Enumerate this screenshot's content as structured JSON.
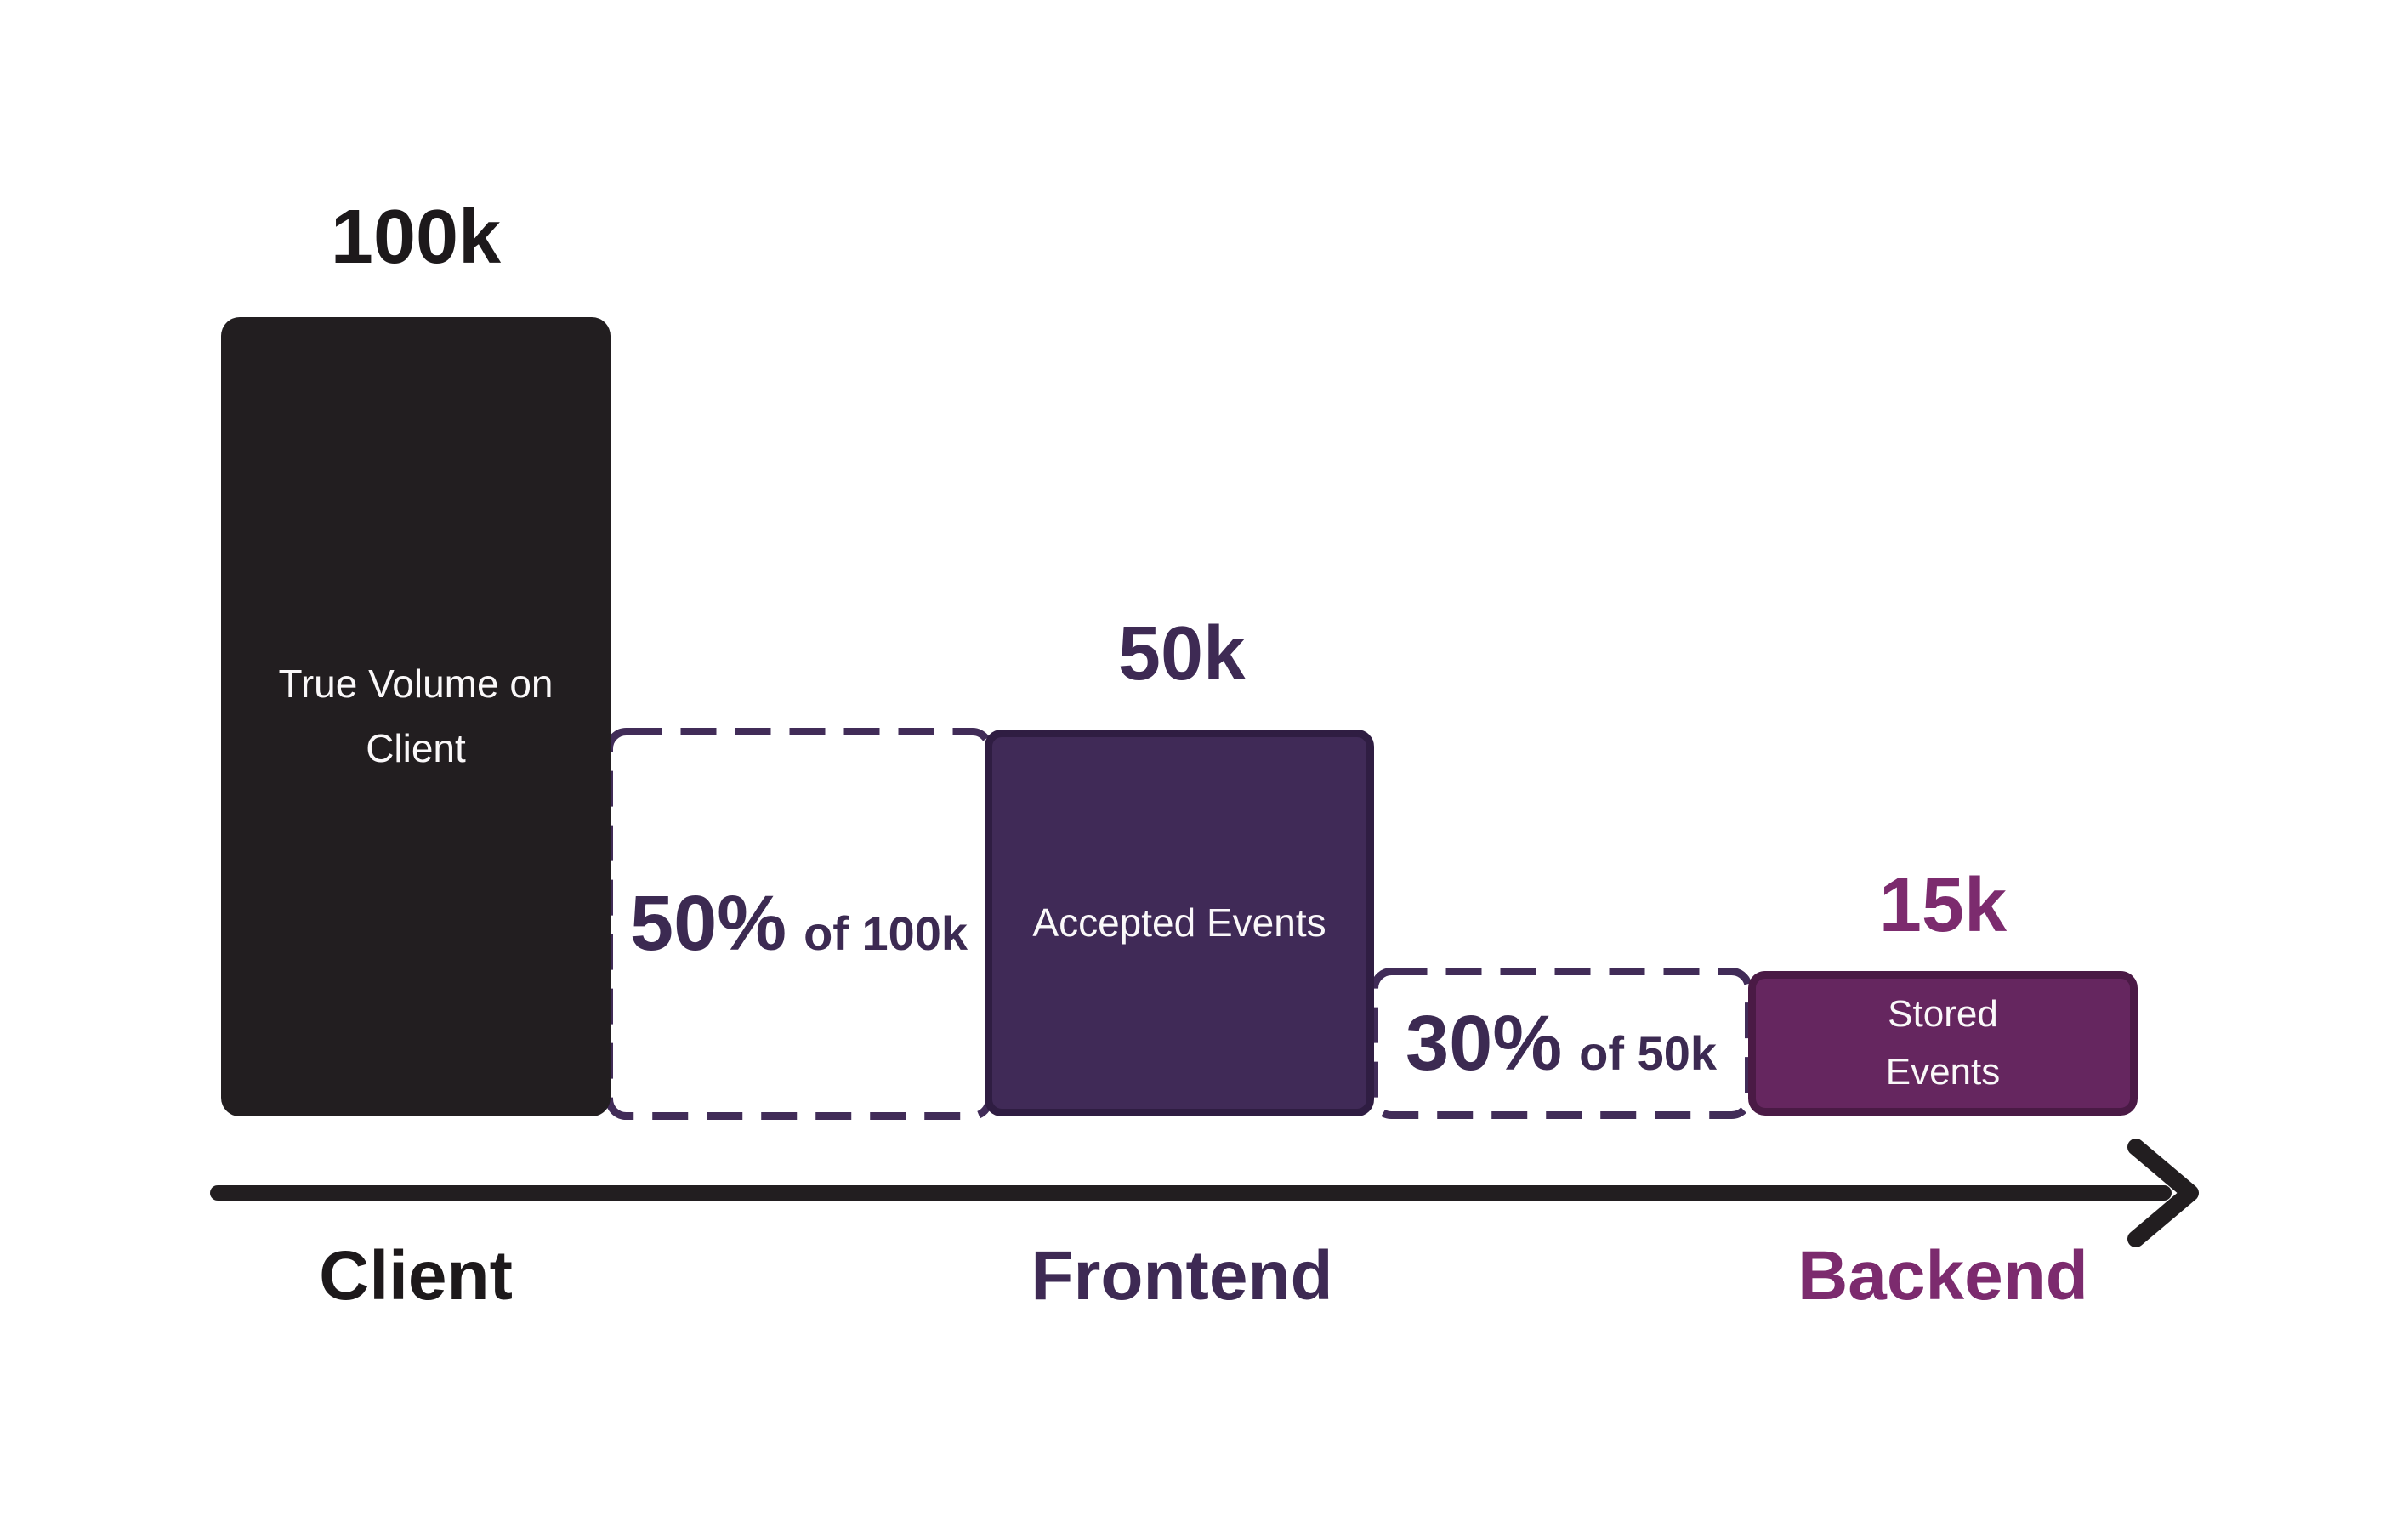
{
  "chart_data": {
    "type": "bar",
    "title": "",
    "xlabel": "",
    "ylabel": "",
    "categories": [
      "Client",
      "Frontend",
      "Backend"
    ],
    "series": [
      {
        "name": "Events",
        "values": [
          100000,
          50000,
          15000
        ]
      }
    ],
    "value_labels": [
      "100k",
      "50k",
      "15k"
    ],
    "bar_labels": [
      "True Volume on Client",
      "Accepted Events",
      "Stored Events"
    ],
    "annotations": [
      {
        "between": [
          "Client",
          "Frontend"
        ],
        "label": "50% of 100k",
        "style": "dashed-box"
      },
      {
        "between": [
          "Frontend",
          "Backend"
        ],
        "label": "30% of 50k",
        "style": "dashed-box"
      }
    ],
    "legend": false,
    "grid": false,
    "axis": "horizontal arrow from Client to Backend"
  },
  "stages": [
    {
      "value": "100k",
      "bar_label": "True Volume on Client",
      "axis_label": "Client"
    },
    {
      "value": "50k",
      "bar_label": "Accepted Events",
      "axis_label": "Frontend",
      "loss": {
        "pct": "50%",
        "basis": "of 100k"
      }
    },
    {
      "value": "15k",
      "bar_label": "Stored Events",
      "axis_label": "Backend",
      "loss": {
        "pct": "30%",
        "basis": "of 50k"
      }
    }
  ],
  "colors": {
    "background": "#ffffff",
    "ink": "#221e20",
    "number_black": "#1d191b",
    "purple_dark_text": "#3e2a54",
    "loss_text": "#3c2a52",
    "dashed_border": "#412c58",
    "accepted_fill": "#402a57",
    "accepted_border": "#2f1d42",
    "stored_fill": "#65265f",
    "stored_border": "#4a1a45",
    "plum_text": "#7c2b6e",
    "bar_text": "#faf8f9"
  }
}
